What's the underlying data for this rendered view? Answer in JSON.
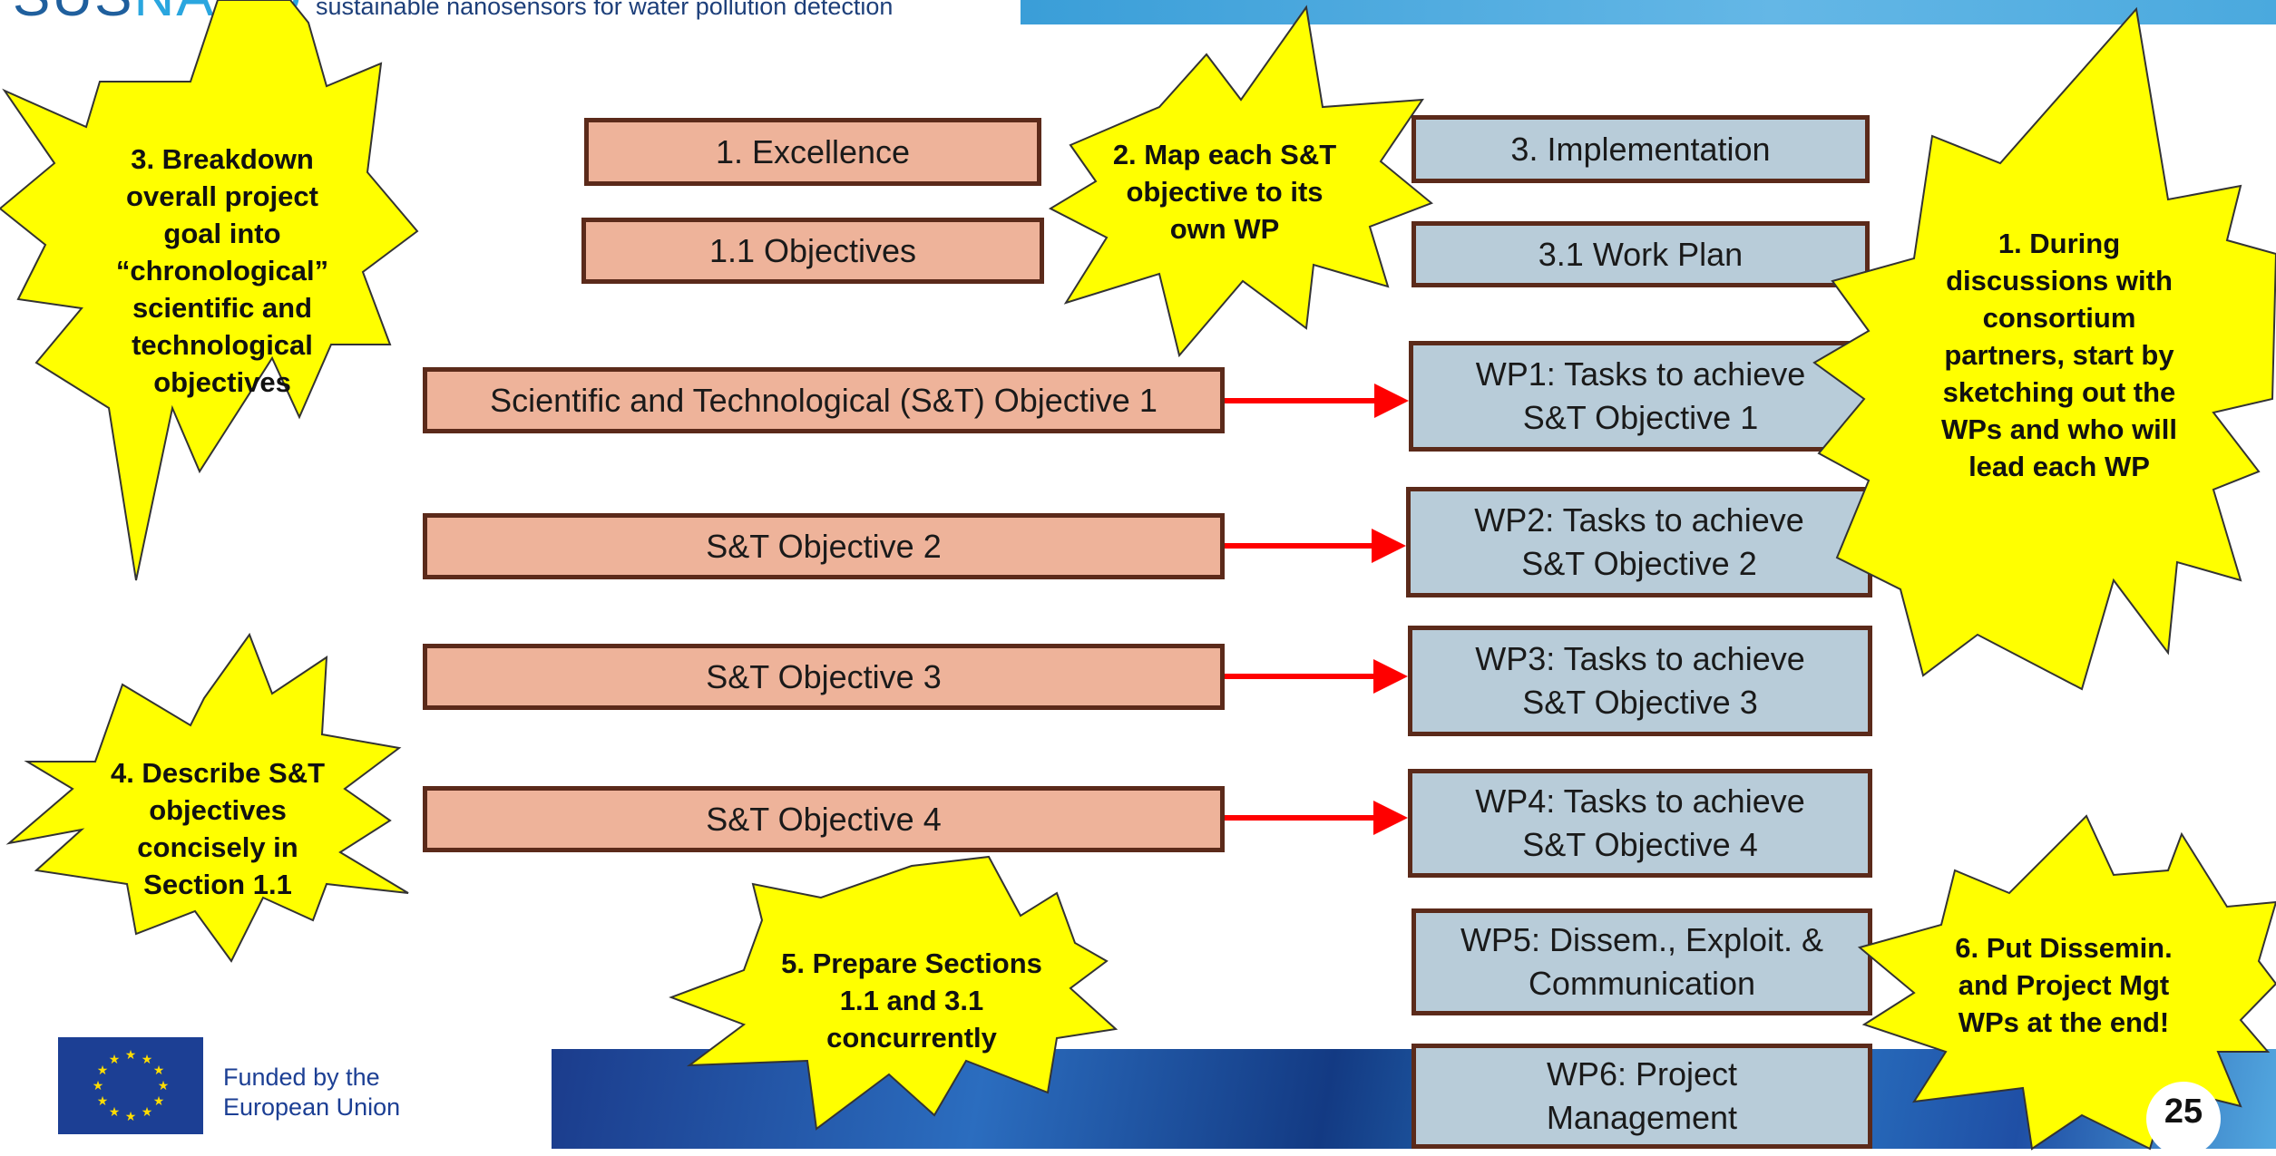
{
  "header": {
    "logo_bold": "SUS",
    "logo_light": "NANO",
    "tagline": "sustainable nanosensors for water pollution detection"
  },
  "left_column": {
    "excellence": "1. Excellence",
    "objectives": "1.1 Objectives",
    "st_objective_1": "Scientific and Technological (S&T) Objective 1",
    "st_objective_2": "S&T Objective 2",
    "st_objective_3": "S&T Objective 3",
    "st_objective_4": "S&T Objective 4"
  },
  "right_column": {
    "implementation": "3. Implementation",
    "work_plan": "3.1 Work Plan",
    "wp1_line1": "WP1: Tasks to achieve",
    "wp1_line2": "S&T Objective 1",
    "wp2_line1": "WP2: Tasks to achieve",
    "wp2_line2": "S&T Objective 2",
    "wp3_line1": "WP3: Tasks to achieve",
    "wp3_line2": "S&T Objective 3",
    "wp4_line1": "WP4: Tasks to achieve",
    "wp4_line2": "S&T Objective 4",
    "wp5_line1": "WP5: Dissem., Exploit. &",
    "wp5_line2": "Communication",
    "wp6_line1": "WP6: Project",
    "wp6_line2": "Management"
  },
  "callouts": {
    "c1": [
      "1. During",
      "discussions with",
      "consortium",
      "partners, start by",
      "sketching out the",
      "WPs and who will",
      "lead each WP"
    ],
    "c2": [
      "2. Map each S&T",
      "objective to its",
      "own WP"
    ],
    "c3": [
      "3. Breakdown",
      "overall project",
      "goal into",
      "“chronological”",
      "scientific and",
      "technological",
      "objectives"
    ],
    "c4": [
      "4. Describe S&T",
      "objectives",
      "concisely in",
      "Section 1.1"
    ],
    "c5": [
      "5. Prepare Sections",
      "1.1 and 3.1",
      "concurrently"
    ],
    "c6": [
      "6. Put Dissemin.",
      "and Project Mgt",
      "WPs at the end!"
    ]
  },
  "footer": {
    "funded_line1": "Funded by the",
    "funded_line2": "European Union",
    "page_number": "25"
  },
  "colors": {
    "left_box_fill": "#eeb39a",
    "right_box_fill": "#b8ccd9",
    "box_border": "#5b2a1a",
    "arrow": "#ff0000",
    "starburst_fill": "#ffff00"
  }
}
